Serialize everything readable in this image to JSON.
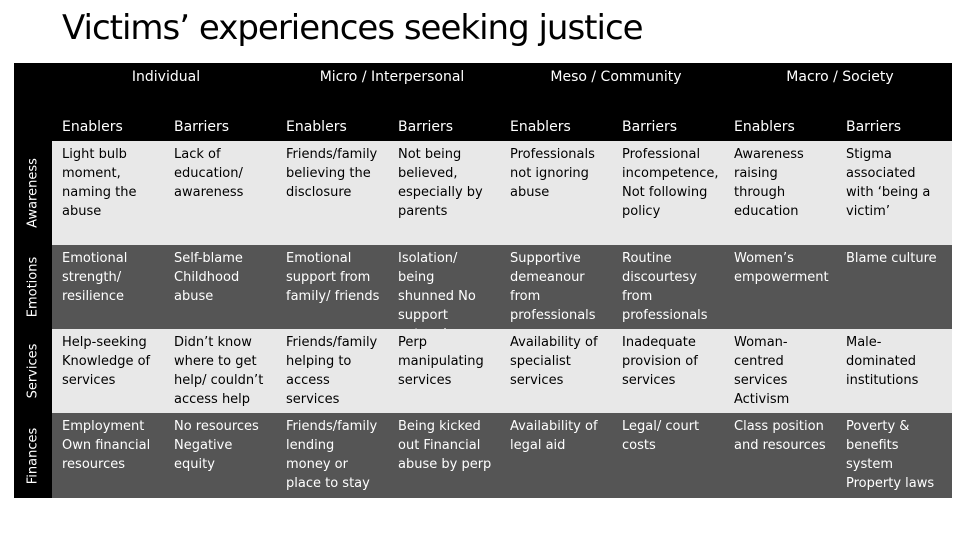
{
  "title": "Victims’ experiences seeking justice",
  "levels": [
    "Individual",
    "Micro / Interpersonal",
    "Meso / Community",
    "Macro / Society"
  ],
  "subheaders": [
    "Enablers",
    "Barriers",
    "Enablers",
    "Barriers",
    "Enablers",
    "Barriers",
    "Enablers",
    "Barriers"
  ],
  "rows": [
    {
      "label": "Awareness",
      "cells": [
        "Light bulb moment, naming the abuse",
        "Lack of education/ awareness",
        "Friends/family believing the disclosure",
        "Not being believed, especially by parents",
        "Professionals not ignoring abuse",
        "Professional incompetence, Not following policy",
        "Awareness raising through education",
        "Stigma associated with ‘being a victim’"
      ]
    },
    {
      "label": "Emotions",
      "cells": [
        "Emotional strength/ resilience",
        "Self-blame Childhood abuse",
        "Emotional support from family/ friends",
        "Isolation/ being shunned No support network",
        "Supportive demeanour from professionals",
        "Routine discourtesy from professionals",
        "Women’s empowerment",
        "Blame culture"
      ]
    },
    {
      "label": "Services",
      "cells": [
        "Help-seeking Knowledge of services",
        "Didn’t know where to get help/ couldn’t access help",
        "Friends/family helping to access services",
        "Perp manipulating services",
        "Availability of specialist services",
        "Inadequate provision of services",
        "Woman-centred services Activism",
        "Male-dominated institutions"
      ]
    },
    {
      "label": "Finances",
      "cells": [
        "Employment Own financial resources",
        "No resources Negative equity",
        "Friends/family lending money or place to stay",
        "Being kicked out Financial abuse by perp",
        "Availability of legal aid",
        "Legal/ court costs",
        "Class position and resources",
        "Poverty & benefits system Property laws"
      ]
    }
  ]
}
